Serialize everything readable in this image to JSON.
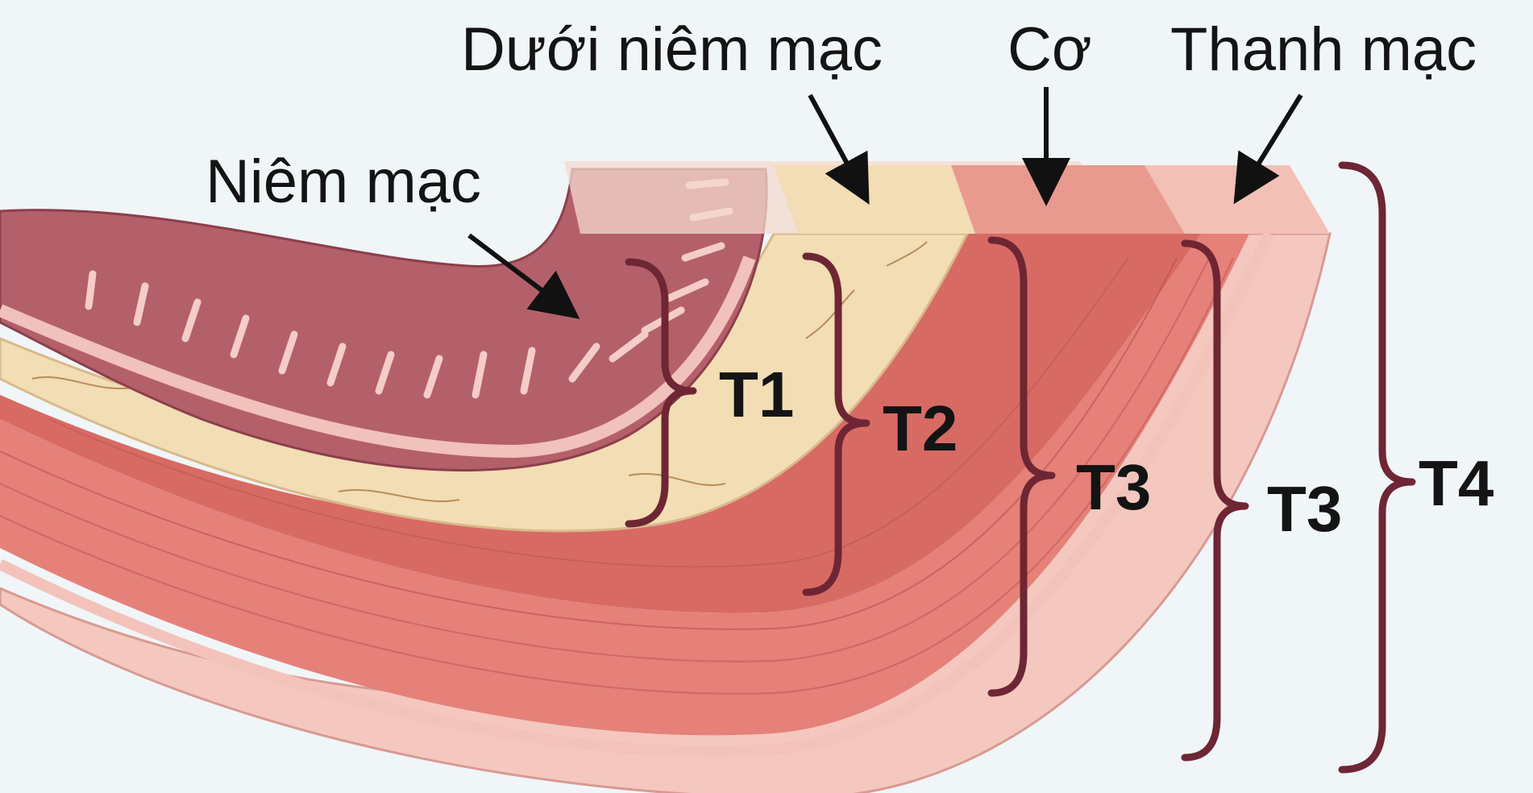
{
  "layers": {
    "mucosa": "Niêm mạc",
    "submucosa": "Dưới niêm mạc",
    "muscle": "Cơ",
    "serosa": "Thanh mạc"
  },
  "stages": {
    "t1": "T1",
    "t2": "T2",
    "t3a": "T3",
    "t3b": "T3",
    "t4": "T4"
  },
  "colors": {
    "background": "#f0f5f8",
    "mucosa": "#b4606a",
    "submucosa": "#f2ddb4",
    "muscle": "#d9736c",
    "serosa": "#f3c0b6",
    "bracket": "#6e2634",
    "arrow": "#111111"
  }
}
